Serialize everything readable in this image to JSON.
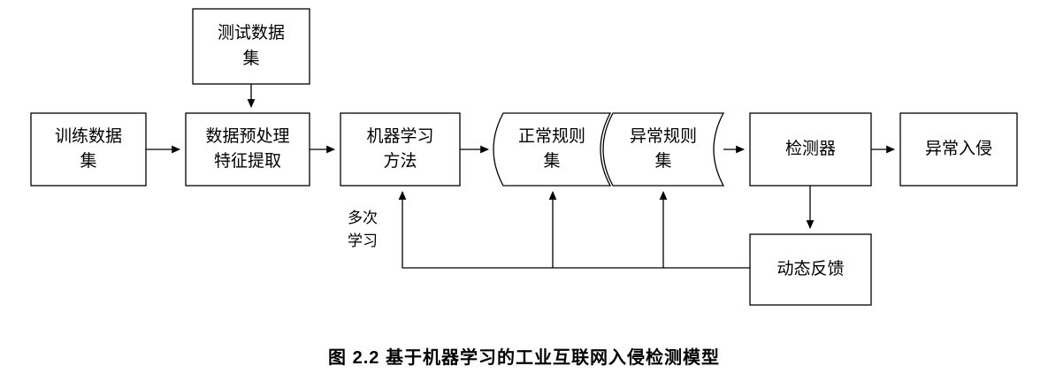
{
  "diagram": {
    "nodes": {
      "test_dataset": {
        "label": "测试数据\n集"
      },
      "training_dataset": {
        "label": "训练数据\n集"
      },
      "preprocessing": {
        "label": "数据预处理\n特征提取"
      },
      "ml_method": {
        "label": "机器学习\n方法"
      },
      "normal_rules": {
        "label": "正常规则\n集"
      },
      "abnormal_rules": {
        "label": "异常规则\n集"
      },
      "detector": {
        "label": "检测器"
      },
      "intrusion": {
        "label": "异常入侵"
      },
      "feedback": {
        "label": "动态反馈"
      },
      "multi_learning": {
        "label": "多次\n学习"
      }
    },
    "caption": "图 2.2 基于机器学习的工业互联网入侵检测模型",
    "colors": {
      "stroke": "#000000",
      "fill": "#ffffff",
      "background": "#ffffff"
    }
  }
}
